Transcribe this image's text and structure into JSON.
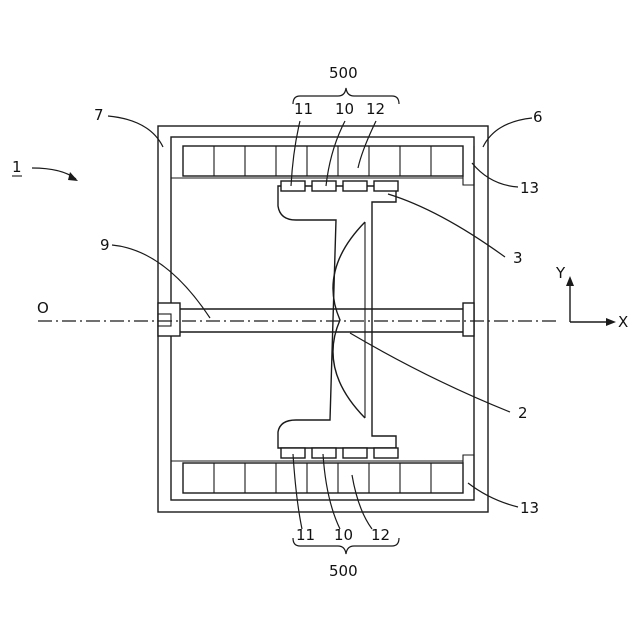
{
  "labels": {
    "device": "1",
    "ref_6": "6",
    "ref_7": "7",
    "ref_9": "9",
    "ref_3": "3",
    "ref_2": "2",
    "ref_13_top": "13",
    "ref_13_bottom": "13",
    "group_top": "500",
    "group_bottom": "500",
    "top_11": "11",
    "top_10": "10",
    "top_12": "12",
    "bottom_11": "11",
    "bottom_10": "10",
    "bottom_12": "12",
    "axis_origin": "O",
    "axis_x": "X",
    "axis_y": "Y"
  }
}
